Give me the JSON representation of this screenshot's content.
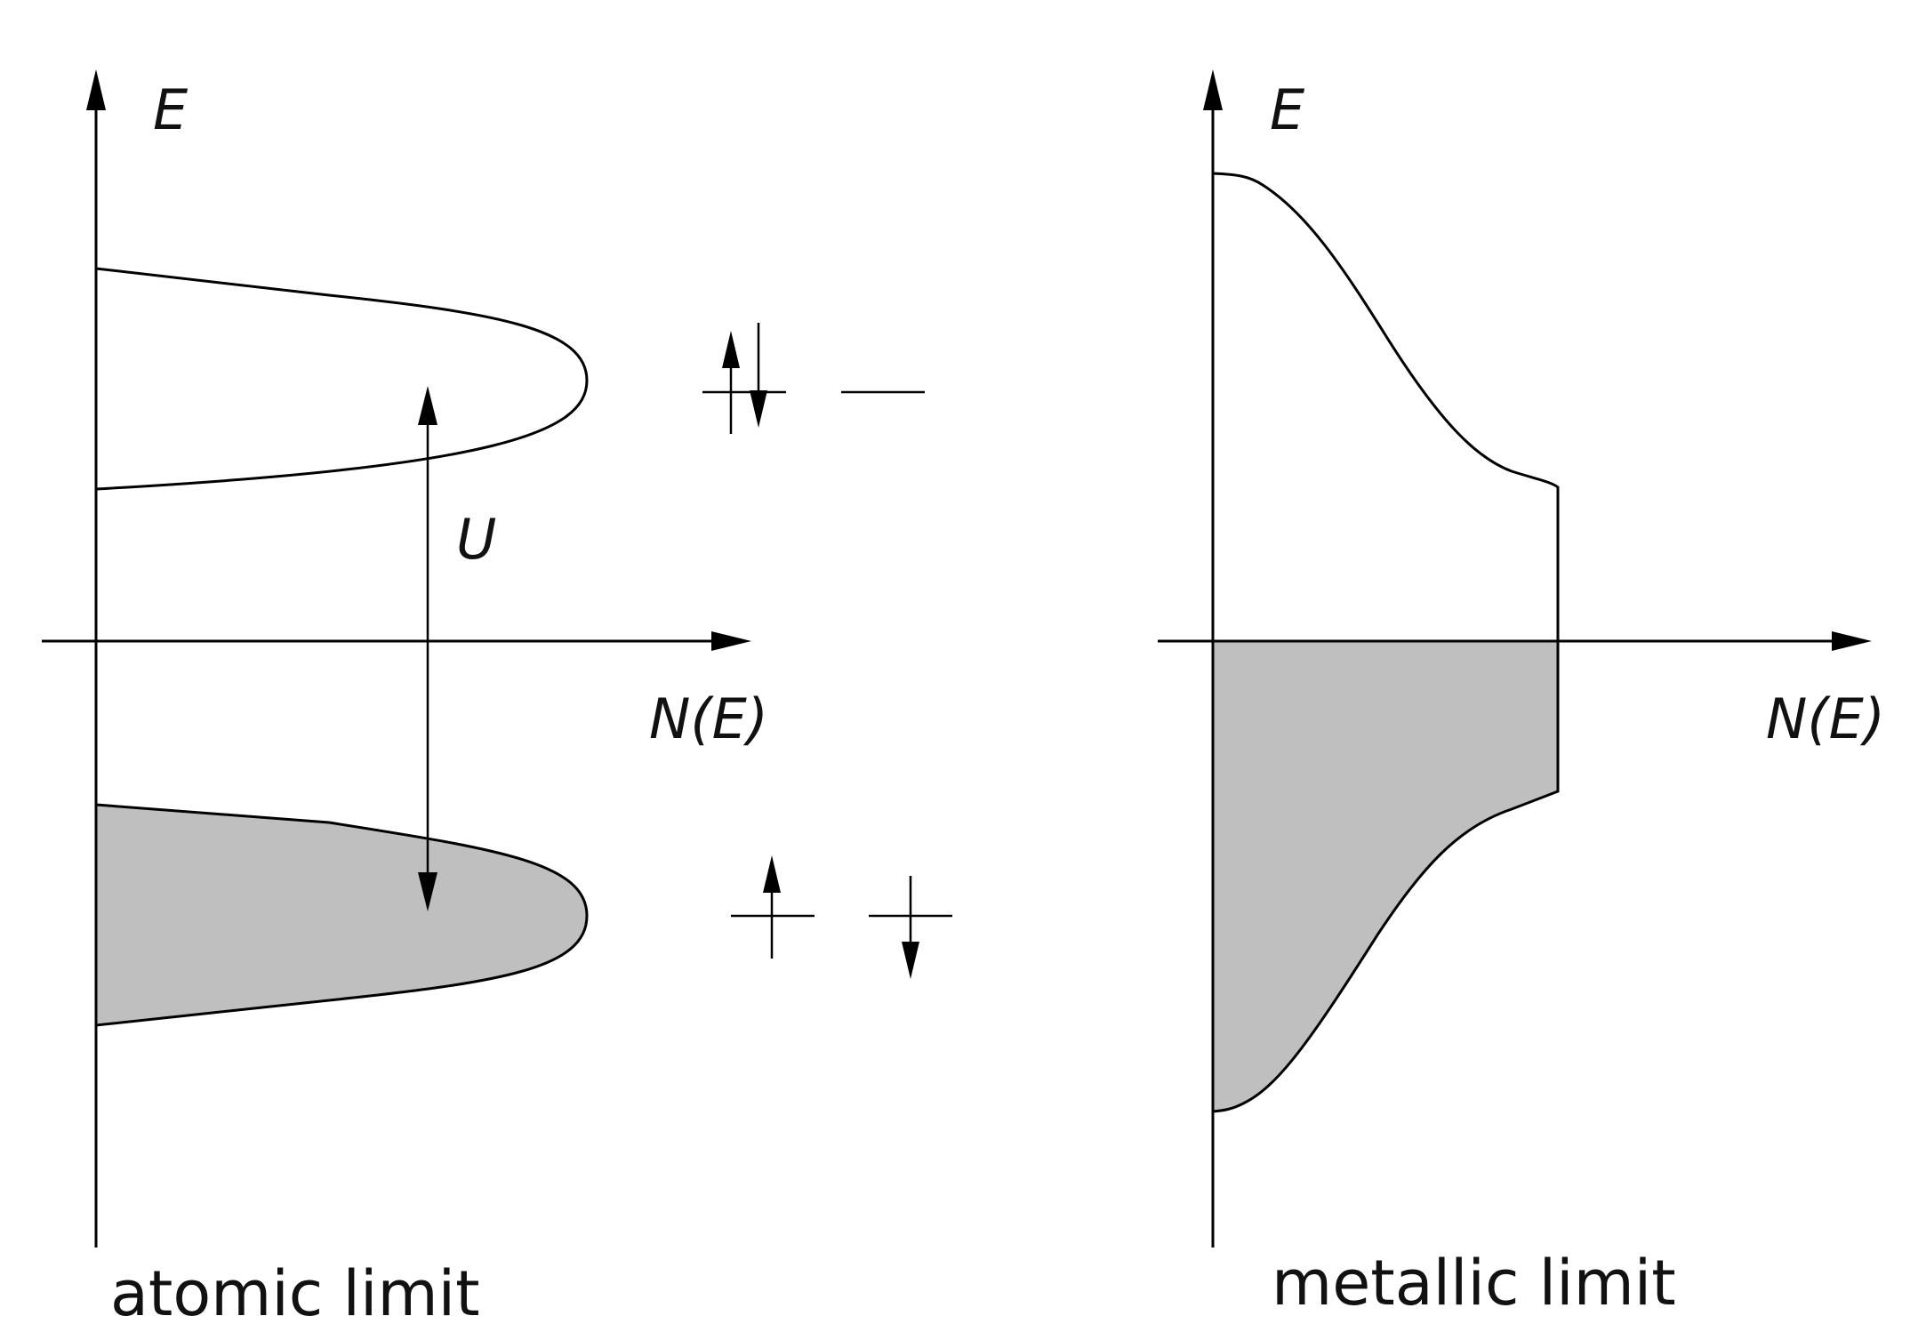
{
  "panels": [
    {
      "id": "atomic",
      "y_axis_label": "E",
      "x_axis_label": "N(E)",
      "gap_label": "U",
      "caption": "atomic limit"
    },
    {
      "id": "metallic",
      "y_axis_label": "E",
      "x_axis_label": "N(E)",
      "caption": "metallic limit"
    }
  ],
  "colors": {
    "filled_states": "#bfbfbf",
    "lines": "#000000"
  }
}
